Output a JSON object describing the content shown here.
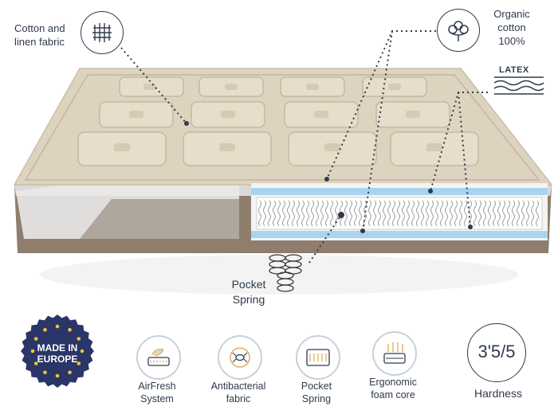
{
  "callouts": {
    "cotton_linen": "Cotton and\nlinen fabric",
    "organic_cotton": "Organic\ncotton\n100%",
    "latex": "LATEX",
    "pocket_spring": "Pocket\nSpring"
  },
  "badge": {
    "line1": "MADE IN",
    "line2": "EUROPE"
  },
  "features": [
    {
      "label": "AirFresh\nSystem",
      "icon": "airfresh-icon"
    },
    {
      "label": "Antibacterial\nfabric",
      "icon": "antibacterial-icon"
    },
    {
      "label": "Pocket\nSpring",
      "icon": "pocket-spring-icon"
    },
    {
      "label": "Ergonomic\nfoam core",
      "icon": "foam-core-icon"
    }
  ],
  "hardness": {
    "value": "3'5/5",
    "label": "Hardness"
  },
  "colors": {
    "text": "#2f3a4a",
    "fabric": "#ddd3bf",
    "side": "#8c7a6a",
    "badge": "#2a3568",
    "foam": "#a9d4f0"
  }
}
